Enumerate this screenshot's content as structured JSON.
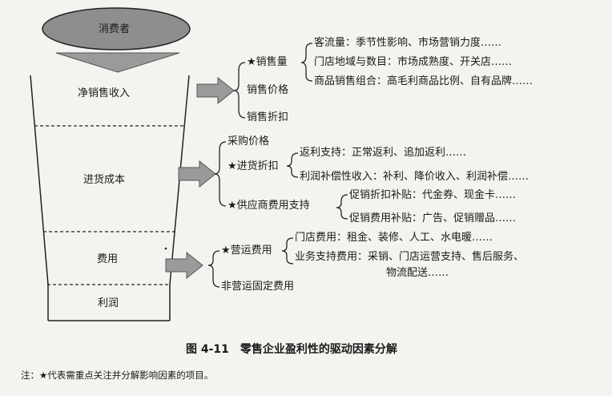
{
  "funnel": {
    "consumer": "消费者",
    "sections": [
      "净销售收入",
      "进货成本",
      "费用",
      "利润"
    ]
  },
  "revenue": {
    "branches": [
      "★销售量",
      "销售价格",
      "销售折扣"
    ],
    "sales_volume_items": [
      "客流量：季节性影响、市场营销力度……",
      "门店地域与数目：市场成熟度、开关店……",
      "商品销售组合：高毛利商品比例、自有品牌……"
    ]
  },
  "cost": {
    "branches": [
      "采购价格",
      "★进货折扣",
      "★供应商费用支持"
    ],
    "discount_items": [
      "返利支持：正常返利、追加返利……",
      "利润补偿性收入：补利、降价收入、利润补偿……"
    ],
    "supplier_items": [
      "促销折扣补贴：代金券、现金卡……",
      "促销费用补贴：广告、促销赠品……"
    ]
  },
  "expense": {
    "branches": [
      "★营运费用",
      "非营运固定费用"
    ],
    "operating_items": [
      "门店费用：租金、装修、人工、水电暖……",
      "业务支持费用：采销、门店运营支持、售后服务、",
      "物流配送……"
    ]
  },
  "caption": "图 4-11　零售企业盈利性的驱动因素分解",
  "note": "注：★代表需重点关注并分解影响因素的项目。",
  "colors": {
    "ellipse_fill": "#8e8e8e",
    "arrow_fill": "#9a9a9a",
    "line": "#222222"
  }
}
